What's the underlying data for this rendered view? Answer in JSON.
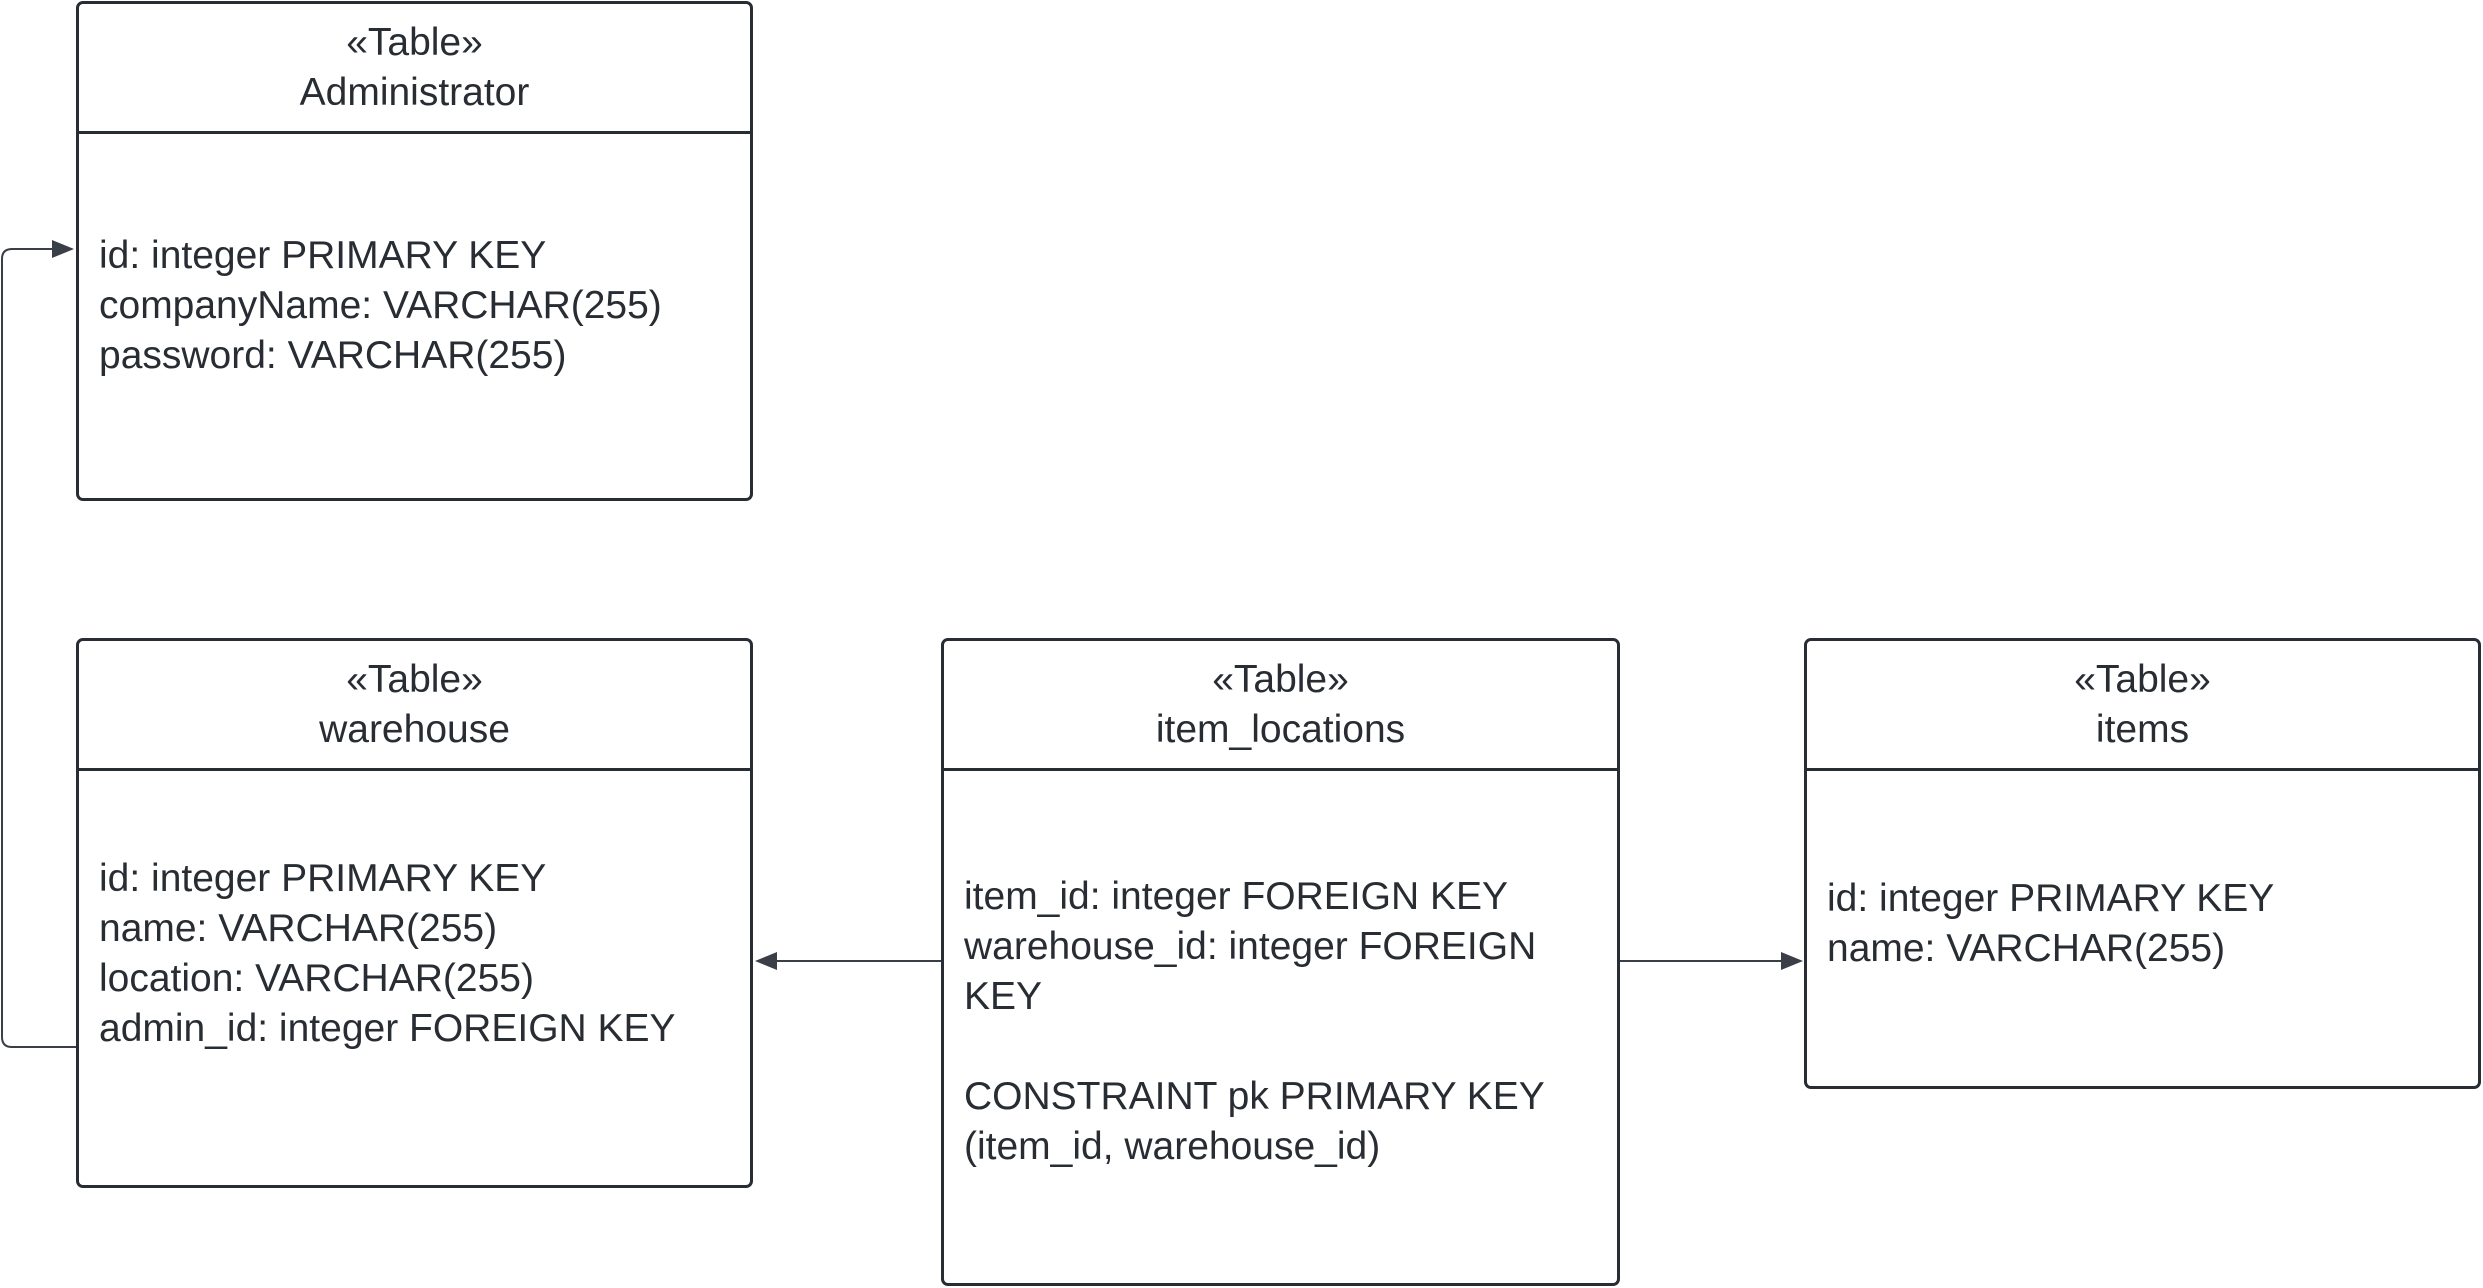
{
  "diagram": {
    "tables": [
      {
        "stereotype": "«Table»",
        "name": "Administrator",
        "fields": [
          "id: integer PRIMARY KEY",
          "companyName: VARCHAR(255)",
          "password: VARCHAR(255)"
        ]
      },
      {
        "stereotype": "«Table»",
        "name": "warehouse",
        "fields": [
          "id: integer PRIMARY KEY",
          "name: VARCHAR(255)",
          "location: VARCHAR(255)",
          "admin_id: integer FOREIGN KEY"
        ]
      },
      {
        "stereotype": "«Table»",
        "name": "item_locations",
        "fields": [
          "item_id: integer FOREIGN KEY",
          "warehouse_id: integer FOREIGN KEY"
        ],
        "constraint": "CONSTRAINT pk PRIMARY KEY (item_id, warehouse_id)"
      },
      {
        "stereotype": "«Table»",
        "name": "items",
        "fields": [
          "id: integer PRIMARY KEY",
          "name: VARCHAR(255)"
        ]
      }
    ],
    "colors": {
      "line": "#282c33",
      "text": "#282c33",
      "background": "#ffffff"
    }
  }
}
